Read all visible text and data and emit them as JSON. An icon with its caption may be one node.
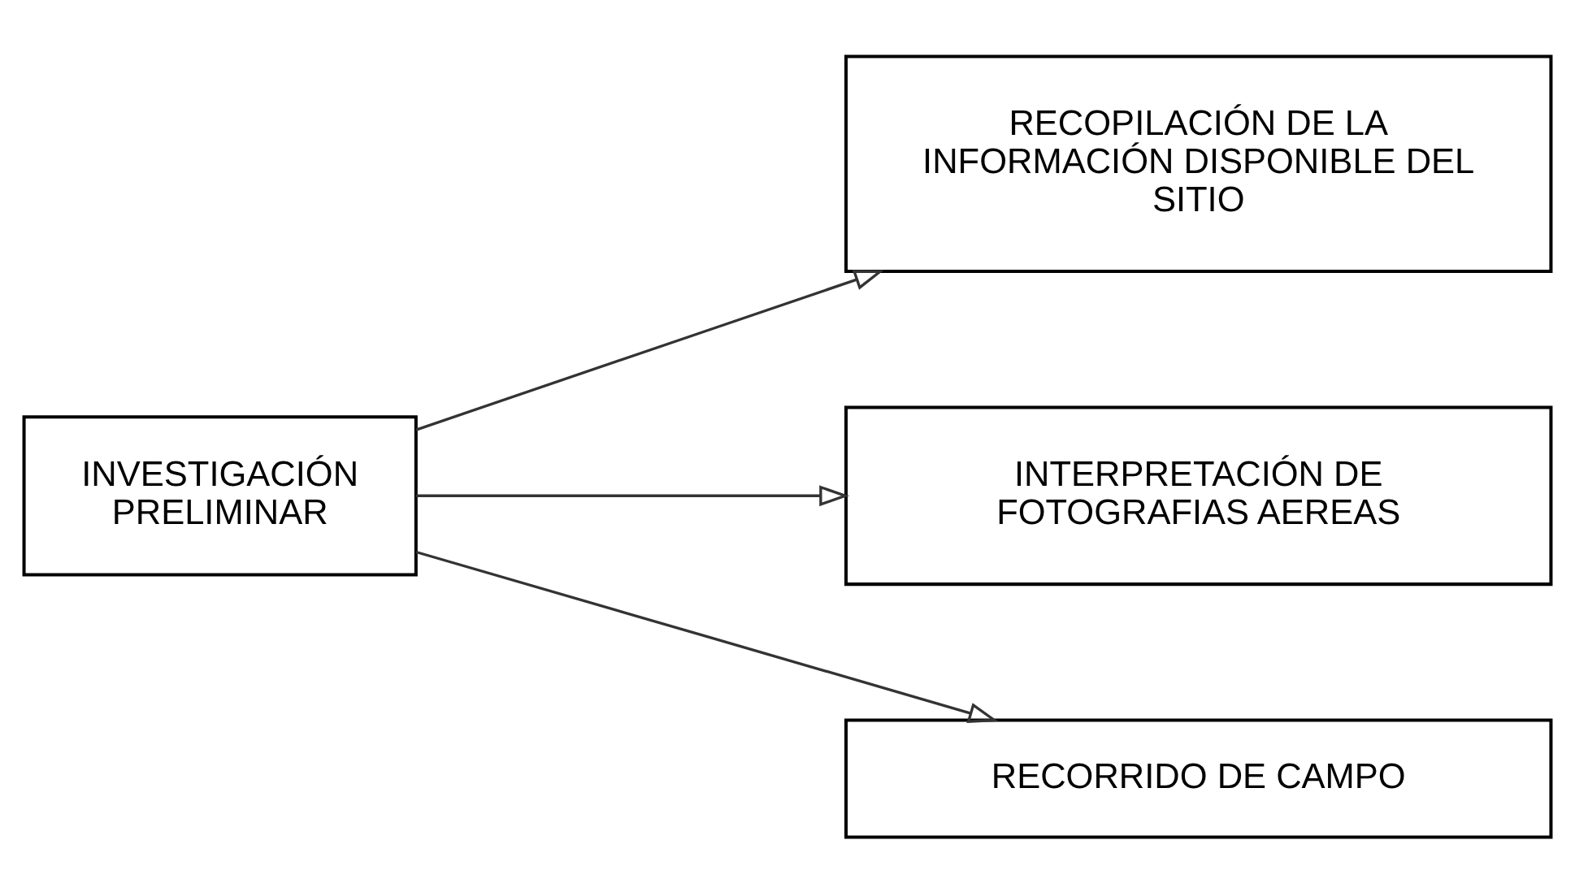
{
  "diagram": {
    "nodes": [
      {
        "text": [
          "INVESTIGACIÓN PRELIMINAR"
        ]
      },
      {
        "text": [
          "RECOPILACIÓN DE LA INFORMACIÓN DISPONIBLE DEL SITIO"
        ]
      },
      {
        "text": [
          "INTERPRETACIÓN DE FOTOGRAFIAS AEREAS"
        ]
      },
      {
        "text": [
          "RECORRIDO DE CAMPO"
        ]
      }
    ],
    "edges": [
      {
        "from": 0,
        "to": 1,
        "arrow": "to"
      },
      {
        "from": 0,
        "to": 2,
        "arrow": "to"
      },
      {
        "from": 0,
        "to": 3,
        "arrow": "to"
      }
    ]
  }
}
